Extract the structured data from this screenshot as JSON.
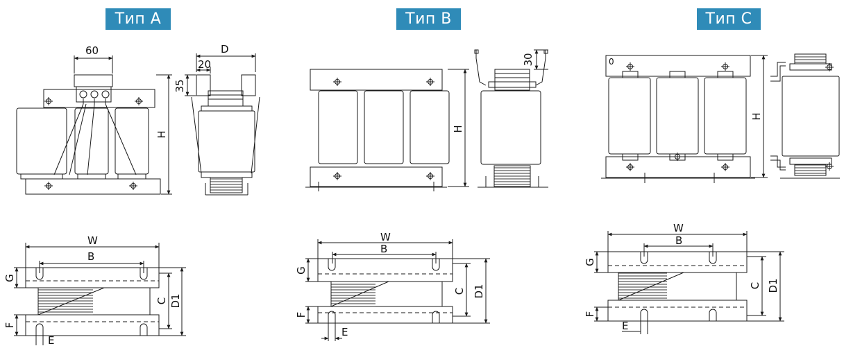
{
  "types": {
    "a": {
      "title": "Тип A"
    },
    "b": {
      "title": "Тип B"
    },
    "c": {
      "title": "Тип C"
    }
  },
  "dimensions": {
    "w": "W",
    "b": "B",
    "h": "H",
    "d": "D",
    "d1": "D1",
    "c": "C",
    "g": "G",
    "f": "F",
    "e": "E",
    "v60": "60",
    "v35": "35",
    "v20": "20",
    "v30": "30"
  },
  "labels": {
    "zero": "0"
  },
  "colors": {
    "badge": "#2f8bb8",
    "line": "#1a1a1a"
  }
}
